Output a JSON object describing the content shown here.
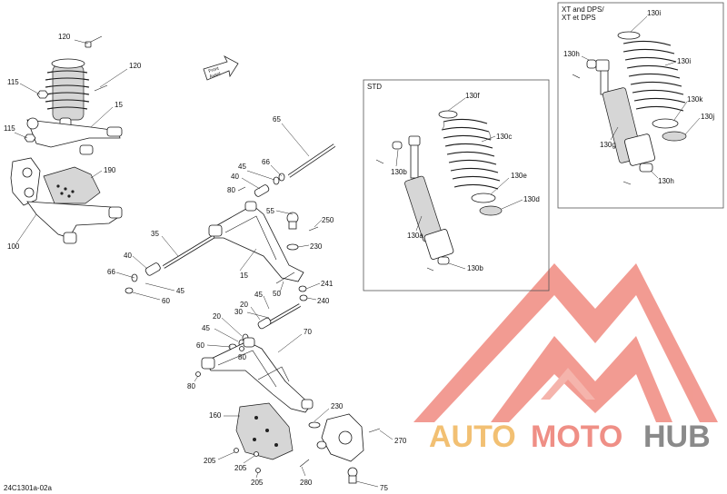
{
  "diagram": {
    "figure_code": "24C1301a-02a",
    "boxes": {
      "std_label": "STD",
      "xt_label_line1": "XT and DPS/",
      "xt_label_line2": "XT et DPS"
    },
    "direction_label_line1": "Front",
    "direction_label_line2": "Avant",
    "callouts": {
      "c120a": "120",
      "c120b": "120",
      "c115a": "115",
      "c115b": "115",
      "c15a": "15",
      "c190": "190",
      "c100": "100",
      "c65": "65",
      "c66a": "66",
      "c45a": "45",
      "c40a": "40",
      "c80a": "80",
      "c55": "55",
      "c250": "250",
      "c230a": "230",
      "c35": "35",
      "c40b": "40",
      "c66b": "66",
      "c45b": "45",
      "c60a": "60",
      "c15b": "15",
      "c241": "241",
      "c240": "240",
      "c50": "50",
      "c20a": "20",
      "c45c": "45",
      "c30": "30",
      "c20b": "20",
      "c70": "70",
      "c45d": "45",
      "c60b": "60",
      "c80b": "80",
      "c80c": "80",
      "c160": "160",
      "c230b": "230",
      "c270": "270",
      "c205a": "205",
      "c205b": "205",
      "c205c": "205",
      "c280": "280",
      "c75": "75",
      "c130f": "130f",
      "c130c": "130c",
      "c130b_top": "130b",
      "c130e": "130e",
      "c130d": "130d",
      "c130a": "130a",
      "c130b_bot": "130b",
      "c130i_top": "130i",
      "c130h_top": "130h",
      "c130i_mid": "130i",
      "c130k": "130k",
      "c130j": "130j",
      "c130g": "130g",
      "c130h_bot": "130h"
    },
    "watermark": {
      "brand_part1": "AUTO",
      "brand_part2": "MOTO",
      "brand_part3": "HUB",
      "color_auto": "#f2c073",
      "color_moto": "#ef8f86",
      "color_hub": "#8a8a8a",
      "color_logo": "#f08a80"
    }
  }
}
